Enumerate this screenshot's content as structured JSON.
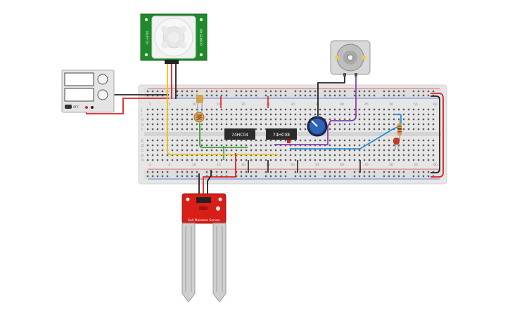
{
  "components": {
    "pir_sensor": {
      "label_left": "HC-SR501",
      "label_right": "PIR SENSOR"
    },
    "power_supply": {
      "button_label": "OFF"
    },
    "ic1": {
      "label": "74HC04"
    },
    "ic2": {
      "label": "74HC08"
    },
    "soil_sensor": {
      "label": "Soil Moisture Sensor"
    }
  },
  "breadboard": {
    "row_letters_top": [
      "J",
      "I",
      "H",
      "G",
      "F"
    ],
    "row_letters_bottom": [
      "E",
      "D",
      "C",
      "B",
      "A"
    ],
    "column_numbers": [
      "1",
      "5",
      "10",
      "15",
      "20",
      "25",
      "30",
      "35",
      "40",
      "45",
      "50",
      "55",
      "60"
    ]
  },
  "colors": {
    "wire_red": "#e02020",
    "wire_black": "#222222",
    "wire_yellow": "#f2c200",
    "wire_green": "#3aa13a",
    "wire_purple": "#8a3fb0",
    "wire_blue": "#2a8fd6",
    "pcb_green": "#1f8a2c",
    "pcb_red": "#d91e18",
    "breadboard": "#e8e8e8"
  }
}
